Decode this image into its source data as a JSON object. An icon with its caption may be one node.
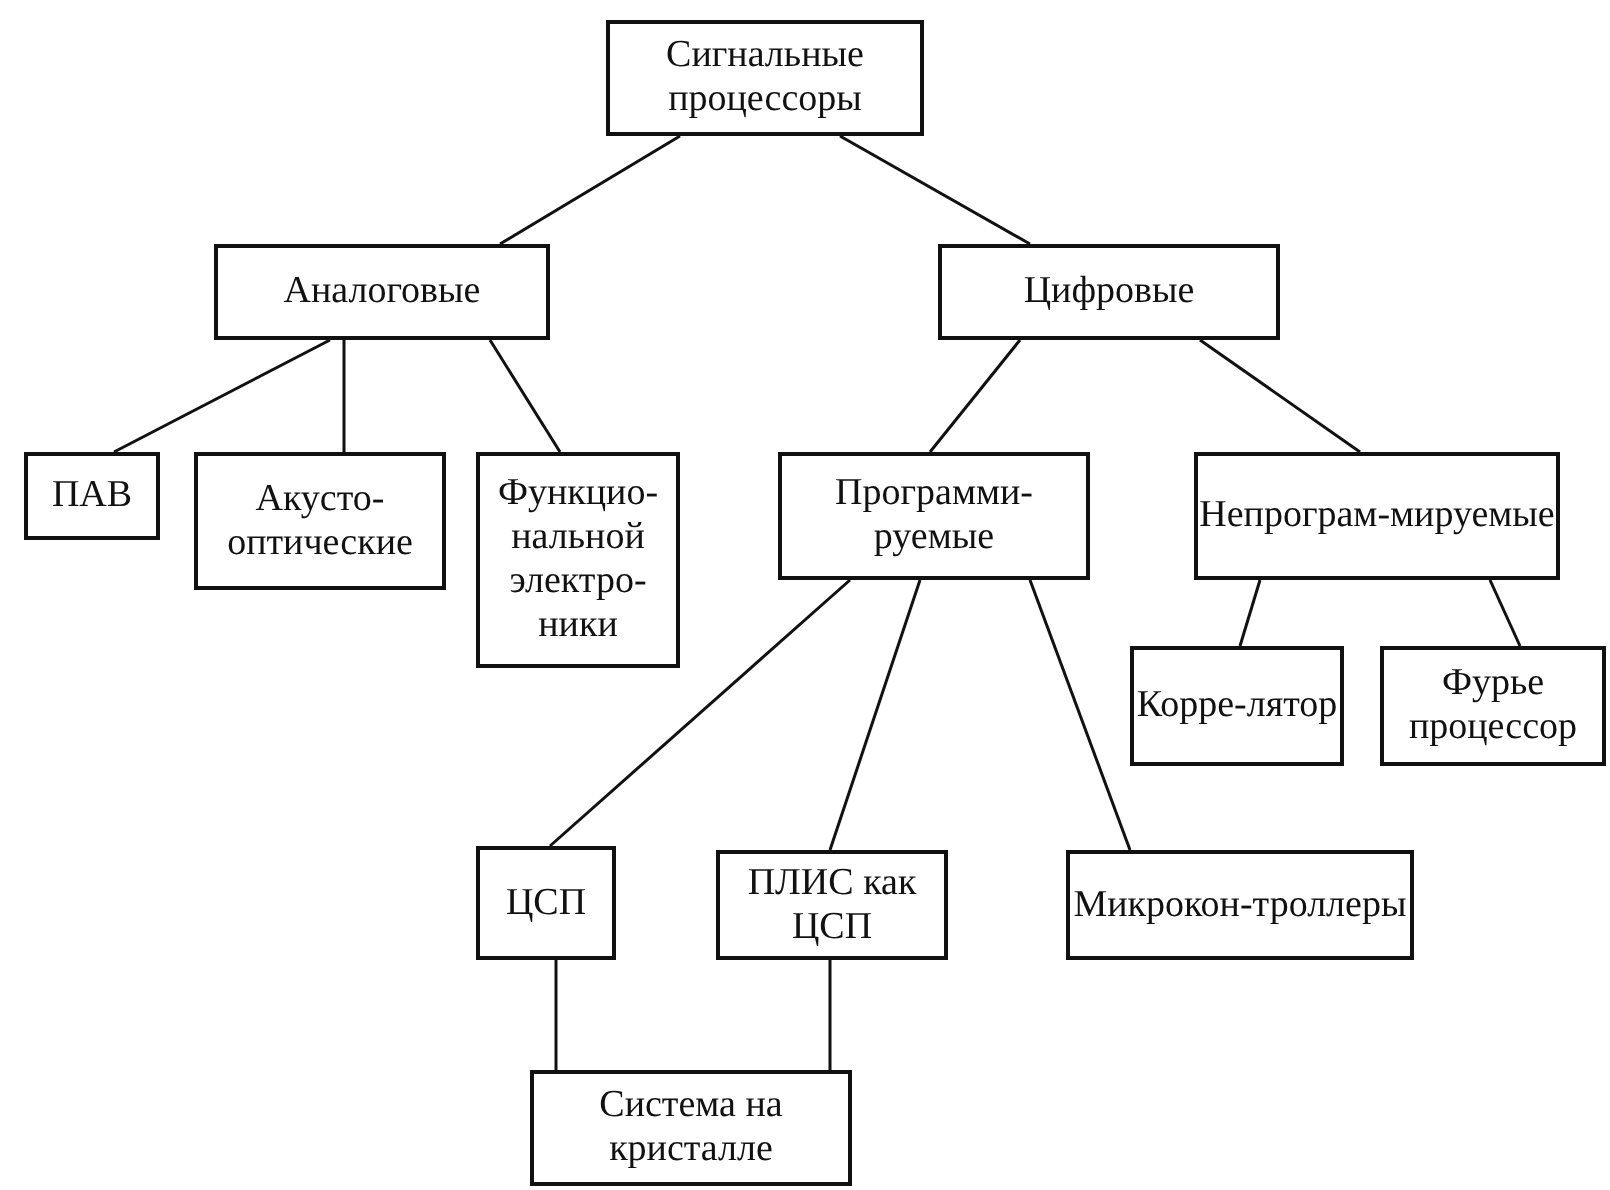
{
  "diagram": {
    "nodes": [
      {
        "text": [
          "Сигнальные процессоры"
        ]
      },
      {
        "text": [
          "Аналоговые"
        ]
      },
      {
        "text": [
          "Цифровые"
        ]
      },
      {
        "text": [
          "ПАВ"
        ]
      },
      {
        "text": [
          "Акусто-оптические"
        ]
      },
      {
        "text": [
          "Функцио-нальной электро-ники"
        ]
      },
      {
        "text": [
          "Программи-руемые"
        ]
      },
      {
        "text": [
          "Непрограм-мируемые"
        ]
      },
      {
        "text": [
          "Корре-лятор"
        ]
      },
      {
        "text": [
          "Фурье процессор"
        ]
      },
      {
        "text": [
          "ЦСП"
        ]
      },
      {
        "text": [
          "ПЛИС как ЦСП"
        ]
      },
      {
        "text": [
          "Микрокон-троллеры"
        ]
      },
      {
        "text": [
          "Система на кристалле"
        ]
      }
    ],
    "edges": [
      {
        "from": 0,
        "to": 1,
        "arrow": "none"
      },
      {
        "from": 0,
        "to": 2,
        "arrow": "none"
      },
      {
        "from": 1,
        "to": 3,
        "arrow": "none"
      },
      {
        "from": 1,
        "to": 4,
        "arrow": "none"
      },
      {
        "from": 1,
        "to": 5,
        "arrow": "none"
      },
      {
        "from": 2,
        "to": 6,
        "arrow": "none"
      },
      {
        "from": 2,
        "to": 7,
        "arrow": "none"
      },
      {
        "from": 7,
        "to": 8,
        "arrow": "none"
      },
      {
        "from": 7,
        "to": 9,
        "arrow": "none"
      },
      {
        "from": 6,
        "to": 10,
        "arrow": "none"
      },
      {
        "from": 6,
        "to": 11,
        "arrow": "none"
      },
      {
        "from": 6,
        "to": 12,
        "arrow": "none"
      },
      {
        "from": 10,
        "to": 13,
        "arrow": "none"
      },
      {
        "from": 11,
        "to": 13,
        "arrow": "none"
      }
    ]
  }
}
